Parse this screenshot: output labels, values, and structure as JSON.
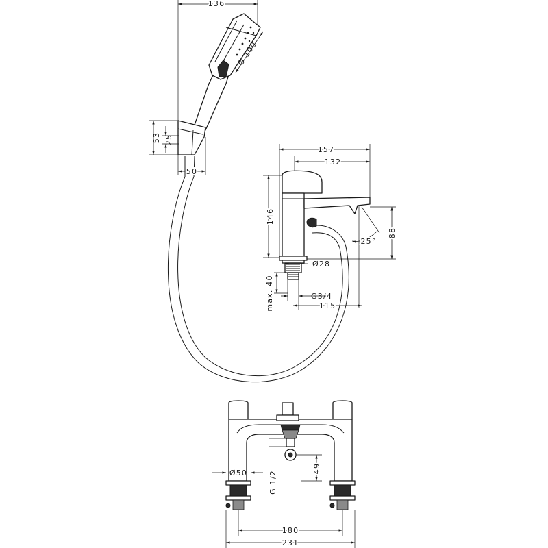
{
  "dimensions": {
    "handshower_width": "136",
    "spray_face_diameter": "Ø 100",
    "holder_height": "53",
    "holder_inner": "25",
    "holder_depth": "50",
    "mixer_length": "157",
    "spout_projection": "132",
    "mixer_height": "146",
    "spout_height": "88",
    "spout_angle": "25°",
    "base_diameter": "Ø28",
    "max_deck_thickness": "max. 40",
    "hose_connection_thread": "G3/4",
    "outlet_offset": "115",
    "foot_diameter": "Ø50",
    "inlet_thread": "G 1/2",
    "diverter_drop": "49",
    "centers": "180",
    "overall_width": "231"
  },
  "colors": {
    "line": "#1a1a1a",
    "background": "#ffffff"
  },
  "icons": [
    "handshower",
    "hose",
    "shower-holder",
    "mixer-side-view",
    "mixer-front-view"
  ]
}
